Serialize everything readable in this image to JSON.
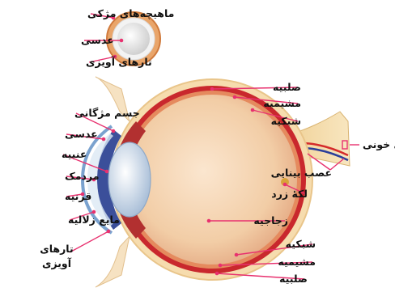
{
  "inset": {
    "ciliary_muscle": "ماهیچه‌های مژکی",
    "lens": "عدسی",
    "zonular_fibers": "تارهای آویزی"
  },
  "right_labels": {
    "sclera_top": "صلبیه",
    "choroid_top": "مشیمیه",
    "retina_top": "شبکیه",
    "blood_vessels": "رگ‌های خونی",
    "optic_nerve": "عصب بینایی",
    "macula": "لکهٔ زرد",
    "vitreous": "زجاجیه",
    "retina_bottom": "شبکیه",
    "choroid_bottom": "مشیمیه",
    "sclera_bottom": "صلبیه"
  },
  "left_labels": {
    "ciliary_body": "جسم مژگانی",
    "lens": "عدسی",
    "iris": "عنبیه",
    "pupil": "مردمک",
    "cornea": "قرنیه",
    "aqueous": "مایع زلالیه",
    "zonular_line1": "تارهای",
    "zonular_line2": "آویزی"
  },
  "colors": {
    "leader": "#e8316f",
    "sclera": "#f6dcae",
    "choroid": "#c9282d",
    "vitreous": "#f4d4b4",
    "iris": "#3b4f9a",
    "lens": "#b9cde3"
  }
}
